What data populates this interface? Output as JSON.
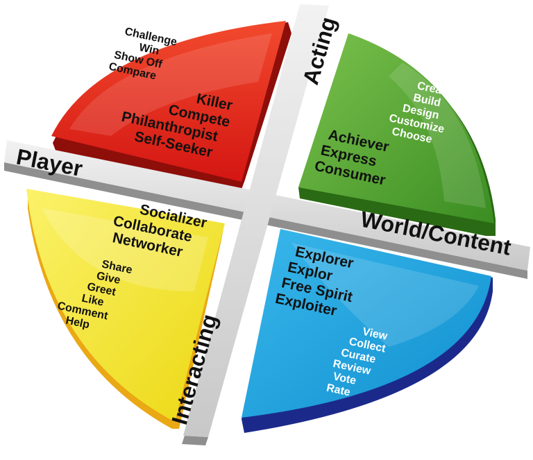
{
  "axes": {
    "top": "Acting",
    "left": "Player",
    "right": "World/Content",
    "bottom": "Interacting"
  },
  "quadrants": {
    "red": {
      "verbs": [
        "Challenge",
        "Win",
        "Show Off",
        "Compare"
      ],
      "types": [
        "Killer",
        "Compete",
        "Philanthropist",
        "Self-Seeker"
      ]
    },
    "green": {
      "verbs": [
        "Create",
        "Build",
        "Design",
        "Customize",
        "Choose"
      ],
      "types": [
        "Achiever",
        "Express",
        "Consumer"
      ]
    },
    "yellow": {
      "types": [
        "Socializer",
        "Collaborate",
        "Networker"
      ],
      "verbs": [
        "Share",
        "Give",
        "Greet",
        "Like",
        "Comment",
        "Help"
      ]
    },
    "blue": {
      "types": [
        "Explorer",
        "Explor",
        "Free Spirit",
        "Exploiter"
      ],
      "verbs": [
        "View",
        "Collect",
        "Curate",
        "Review",
        "Vote",
        "Rate"
      ]
    }
  },
  "colors": {
    "red": "#e8261e",
    "green": "#4fa62f",
    "yellow": "#f2e21c",
    "blue": "#1aa3dc",
    "cross": "#d9d9d9"
  }
}
